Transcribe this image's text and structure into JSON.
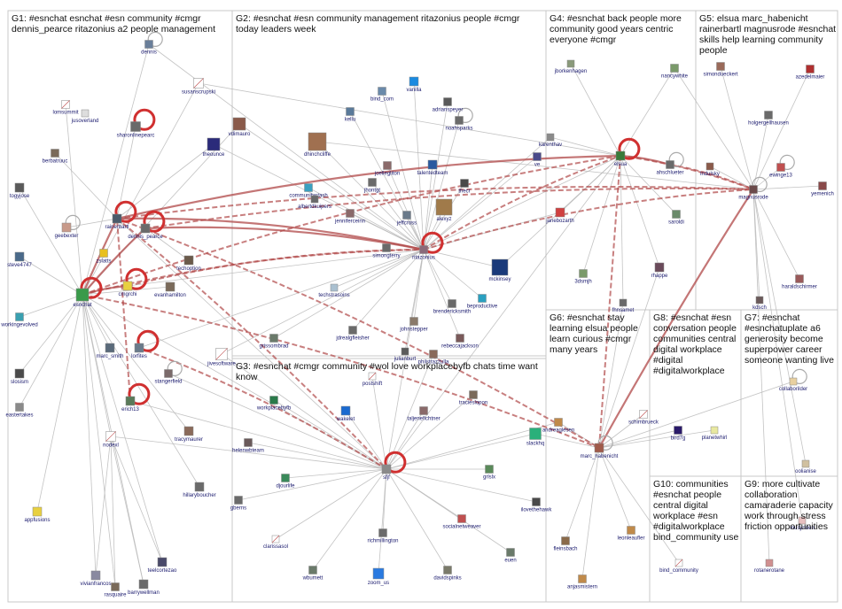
{
  "groups": [
    {
      "id": "G1",
      "title": "G1: #esnchat esnchat #esn community #cmgr dennis_pearce ritazonius a2 people management"
    },
    {
      "id": "G2",
      "title": "G2: #esnchat #esn community management ritazonius people #cmgr today leaders week"
    },
    {
      "id": "G3",
      "title": "G3: #esnchat #cmgr community #wol love workplacebyfb chats time want know"
    },
    {
      "id": "G4",
      "title": "G4: #esnchat back people more community good years centric everyone #cmgr"
    },
    {
      "id": "G5",
      "title": "G5: elsua marc_habenicht rainerbartl magnusrode #esnchat skills help learning community people"
    },
    {
      "id": "G6",
      "title": "G6: #esnchat stay learning elsua people learn curious #cmgr many years"
    },
    {
      "id": "G7",
      "title": "G7: #esnchat #esnchatuplate a6 generosity become superpower career someone wanting live"
    },
    {
      "id": "G8",
      "title": "G8: #esnchat #esn conversation people communities central digital workplace #digital #digitalworkplace"
    },
    {
      "id": "G9",
      "title": "G9: more cultivate collaboration camaraderie capacity work through stress friction opportunities"
    },
    {
      "id": "G10",
      "title": "G10: communities #esnchat people central digital workplace #esn #digitalworkplace bind_community use"
    }
  ],
  "nodes": [
    {
      "id": "dennis",
      "label": "dennis",
      "color": "#6a7f9a"
    },
    {
      "id": "susanscrupski",
      "label": "susanscrupski",
      "color": "#ffffff"
    },
    {
      "id": "lomsummit",
      "label": "lomsummit",
      "color": "#ffffff"
    },
    {
      "id": "jusoverland",
      "label": "jusoverland",
      "color": "#dddddd"
    },
    {
      "id": "sharonlinepearc",
      "label": "sharonlinepearc",
      "color": "#6a6a6a"
    },
    {
      "id": "theounce",
      "label": "theounce",
      "color": "#2b2b7a"
    },
    {
      "id": "berbatruuc",
      "label": "berbatruuc",
      "color": "#7a6a5a"
    },
    {
      "id": "togyjose",
      "label": "togyjose",
      "color": "#5a5a5a"
    },
    {
      "id": "geebexter",
      "label": "geebexter",
      "color": "#c89a8a"
    },
    {
      "id": "rainerbartl",
      "label": "rainerbartl",
      "color": "#4a5a6a"
    },
    {
      "id": "dennis_pearce",
      "label": "dennis_pearce",
      "color": "#6a6a6a"
    },
    {
      "id": "steve4747",
      "label": "steve4747",
      "color": "#4a6a8a"
    },
    {
      "id": "zslatts",
      "label": "zslatts",
      "color": "#e8c020"
    },
    {
      "id": "techoption",
      "label": "techoption",
      "color": "#6a5a4a"
    },
    {
      "id": "esnchat",
      "label": "esnchat",
      "color": "#3a9a4a"
    },
    {
      "id": "cmgrchi",
      "label": "cmgrchi",
      "color": "#e8d040"
    },
    {
      "id": "evanhamilton",
      "label": "evanhamilton",
      "color": "#7a6a5a"
    },
    {
      "id": "workingevolved",
      "label": "workingevolved",
      "color": "#3aa0b0"
    },
    {
      "id": "marc_smith",
      "label": "marc_smith",
      "color": "#5a6a7a"
    },
    {
      "id": "lorfites",
      "label": "lorfites",
      "color": "#6a7a8a"
    },
    {
      "id": "slosism",
      "label": "slosism",
      "color": "#4a4a4a"
    },
    {
      "id": "stangerfield",
      "label": "stangerfield",
      "color": "#7a6a6a"
    },
    {
      "id": "erich13",
      "label": "erich13",
      "color": "#5a7a5a"
    },
    {
      "id": "eastertakes",
      "label": "eastertakes",
      "color": "#8a8a8a"
    },
    {
      "id": "nodexl",
      "label": "nodexl",
      "color": "#ffffff"
    },
    {
      "id": "tracymaurer",
      "label": "tracymaurer",
      "color": "#8a6a5a"
    },
    {
      "id": "hillaryboucher",
      "label": "hillaryboucher",
      "color": "#6a6a6a"
    },
    {
      "id": "appfusions",
      "label": "appfusions",
      "color": "#e8d040"
    },
    {
      "id": "teelcortezao",
      "label": "teelcortezao",
      "color": "#4a4a6a"
    },
    {
      "id": "vivianfrancos",
      "label": "vivianfrancos",
      "color": "#8a8aa0"
    },
    {
      "id": "rasquaire",
      "label": "rasquaire",
      "color": "#7a6a5a"
    },
    {
      "id": "barrywellman",
      "label": "barrywellman",
      "color": "#6a6a6a"
    },
    {
      "id": "vdimauro",
      "label": "vdimauro",
      "color": "#8a5a4a"
    },
    {
      "id": "dhinchcliffe",
      "label": "dhinchcliffe",
      "color": "#a07050"
    },
    {
      "id": "kellu",
      "label": "kellu",
      "color": "#5a7a9a"
    },
    {
      "id": "bind_com",
      "label": "bind_com",
      "color": "#6a8aaa"
    },
    {
      "id": "vanilla",
      "label": "vanilla",
      "color": "#1a8ae0"
    },
    {
      "id": "adrianspeyer",
      "label": "adrianspeyer",
      "color": "#5a5a5a"
    },
    {
      "id": "noahsparks",
      "label": "noahsparks",
      "color": "#6a6a6a"
    },
    {
      "id": "communitystash",
      "label": "communitystash",
      "color": "#3aa0c0"
    },
    {
      "id": "albertdkuipers",
      "label": "albertdkuipers",
      "color": "#6a6a6a"
    },
    {
      "id": "joellegliton",
      "label": "joellegliton",
      "color": "#8a6a6a"
    },
    {
      "id": "talentedteam",
      "label": "talentedteam",
      "color": "#2a5aa0"
    },
    {
      "id": "jhontgt",
      "label": "jhontgt",
      "color": "#6a6a6a"
    },
    {
      "id": "thecr",
      "label": "thecr",
      "color": "#4a4a4a"
    },
    {
      "id": "jenniferceinn",
      "label": "jenniferceinn",
      "color": "#8a6a6a"
    },
    {
      "id": "jeffcross",
      "label": "jeffcross",
      "color": "#6a7a8a"
    },
    {
      "id": "alexyz",
      "label": "alexyz",
      "color": "#a07a4a"
    },
    {
      "id": "simongterry",
      "label": "simongterry",
      "color": "#6a6a6a"
    },
    {
      "id": "ritazonius",
      "label": "ritazonius",
      "color": "#8a6a7a"
    },
    {
      "id": "mckinsey",
      "label": "mckinsey",
      "color": "#1a3a7a"
    },
    {
      "id": "techstrasoins",
      "label": "techstrasoins",
      "color": "#aac0d0"
    },
    {
      "id": "brendericksmith",
      "label": "brendericksmith",
      "color": "#6a6a6a"
    },
    {
      "id": "beproductive",
      "label": "beproductive",
      "color": "#2aa0c0"
    },
    {
      "id": "grissombrad",
      "label": "grissombrad",
      "color": "#6a7a6a"
    },
    {
      "id": "jdrealgfleisher",
      "label": "jdrealgfleisher",
      "color": "#6a6a6a"
    },
    {
      "id": "johnstepper",
      "label": "johnstepper",
      "color": "#8a7a6a"
    },
    {
      "id": "rebeccajackson",
      "label": "rebeccajackson",
      "color": "#7a5a5a"
    },
    {
      "id": "julianburt",
      "label": "julianburt",
      "color": "#5a5a5a"
    },
    {
      "id": "jivesoftware",
      "label": "jivesoftware",
      "color": "#ffffff"
    },
    {
      "id": "postshift",
      "label": "postshift",
      "color": "#ffffff"
    },
    {
      "id": "philstrazzulla",
      "label": "philstrazzulla",
      "color": "#8a6a5a"
    },
    {
      "id": "workplacebyfb",
      "label": "workplacebyfb",
      "color": "#2a7a4a"
    },
    {
      "id": "wakelet",
      "label": "wakelet",
      "color": "#1a6ad0"
    },
    {
      "id": "taljenefichtner",
      "label": "taljenefichtner",
      "color": "#8a6a6a"
    },
    {
      "id": "tracieslopon",
      "label": "tracieslopon",
      "color": "#7a6a5a"
    },
    {
      "id": "helenwbteam",
      "label": "helenwbteam",
      "color": "#6a5a5a"
    },
    {
      "id": "sfjf",
      "label": "sfjf",
      "color": "#8a8a8a"
    },
    {
      "id": "slackhq",
      "label": "slackhq",
      "color": "#2ab07a"
    },
    {
      "id": "andreaglesen",
      "label": "andreaglesen",
      "color": "#c08a4a"
    },
    {
      "id": "djourlife",
      "label": "djourlife",
      "color": "#3a8a5a"
    },
    {
      "id": "gberns",
      "label": "gberns",
      "color": "#6a6a6a"
    },
    {
      "id": "grlslx",
      "label": "grlslx",
      "color": "#5a8a5a"
    },
    {
      "id": "ilovethehawk",
      "label": "ilovethehawk",
      "color": "#4a4a4a"
    },
    {
      "id": "socialnetweaver",
      "label": "socialnetweaver",
      "color": "#c05050"
    },
    {
      "id": "richmillington",
      "label": "richmillington",
      "color": "#6a6a6a"
    },
    {
      "id": "clarissasol",
      "label": "clarissasol",
      "color": "#ffffff"
    },
    {
      "id": "wbumett",
      "label": "wbumett",
      "color": "#6a7a6a"
    },
    {
      "id": "zoom_us",
      "label": "zoom_us",
      "color": "#2a7ae0"
    },
    {
      "id": "davidspinks",
      "label": "davidspinks",
      "color": "#7a7a6a"
    },
    {
      "id": "euen",
      "label": "euen",
      "color": "#6a7a6a"
    },
    {
      "id": "jborkenhagen",
      "label": "jborkenhagen",
      "color": "#8a9a7a"
    },
    {
      "id": "nancywhite",
      "label": "nancywhite",
      "color": "#7a9a6a"
    },
    {
      "id": "karenthav",
      "label": "karenthav",
      "color": "#8a8a8a"
    },
    {
      "id": "ve",
      "label": "ve",
      "color": "#4a4a8a"
    },
    {
      "id": "elsua",
      "label": "elsua",
      "color": "#3a7a3a"
    },
    {
      "id": "ahschlueter",
      "label": "ahschlueter",
      "color": "#6a6a6a"
    },
    {
      "id": "janebozarth",
      "label": "janebozarth",
      "color": "#d04040"
    },
    {
      "id": "saroldi",
      "label": "saroldi",
      "color": "#6a8a6a"
    },
    {
      "id": "3dsmjh",
      "label": "3dsmjh",
      "color": "#7a9a6a"
    },
    {
      "id": "rhappe",
      "label": "rhappe",
      "color": "#6a4a5a"
    },
    {
      "id": "fhnsamet",
      "label": "fhnsamet",
      "color": "#6a6a6a"
    },
    {
      "id": "simondueckert",
      "label": "simondueckert",
      "color": "#9a6a5a"
    },
    {
      "id": "azedelmaier",
      "label": "azedelmaier",
      "color": "#b03030"
    },
    {
      "id": "holgergellhausen",
      "label": "holgergellhausen",
      "color": "#6a6a6a"
    },
    {
      "id": "lndulsky",
      "label": "lndulsky",
      "color": "#8a5a4a"
    },
    {
      "id": "ewinge13",
      "label": "ewinge13",
      "color": "#c05050"
    },
    {
      "id": "yemenich",
      "label": "yemenich",
      "color": "#8a4a4a"
    },
    {
      "id": "magnusrode",
      "label": "magnusrode",
      "color": "#6a4a4a"
    },
    {
      "id": "haraldschirmer",
      "label": "haraldschirmer",
      "color": "#9a5a5a"
    },
    {
      "id": "kdsch",
      "label": "kdsch",
      "color": "#6a5a5a"
    },
    {
      "id": "marc_habenicht",
      "label": "marc_habenicht",
      "color": "#a05a4a"
    },
    {
      "id": "schimbrueck",
      "label": "schimbrueck",
      "color": "#ffffff"
    },
    {
      "id": "bird7g",
      "label": "bird7g",
      "color": "#2a1a6a"
    },
    {
      "id": "planetwhirl",
      "label": "planetwhirl",
      "color": "#e8e8a0"
    },
    {
      "id": "leonleaufler",
      "label": "leonleaufler",
      "color": "#c08a4a"
    },
    {
      "id": "fleinsbach",
      "label": "fleinsbach",
      "color": "#8a6a4a"
    },
    {
      "id": "anjasmistern",
      "label": "anjasmistern",
      "color": "#c08a4a"
    },
    {
      "id": "bind_community",
      "label": "bind_community",
      "color": "#ffffff"
    },
    {
      "id": "oolianise",
      "label": "oolianise",
      "color": "#d0c0a0"
    },
    {
      "id": "collaborilder",
      "label": "collaborilder",
      "color": "#e8d0a0"
    },
    {
      "id": "inusynden",
      "label": "inusynden",
      "color": "#e8c0c0"
    },
    {
      "id": "rotanerotane",
      "label": "rotanerotane",
      "color": "#d09090"
    }
  ]
}
